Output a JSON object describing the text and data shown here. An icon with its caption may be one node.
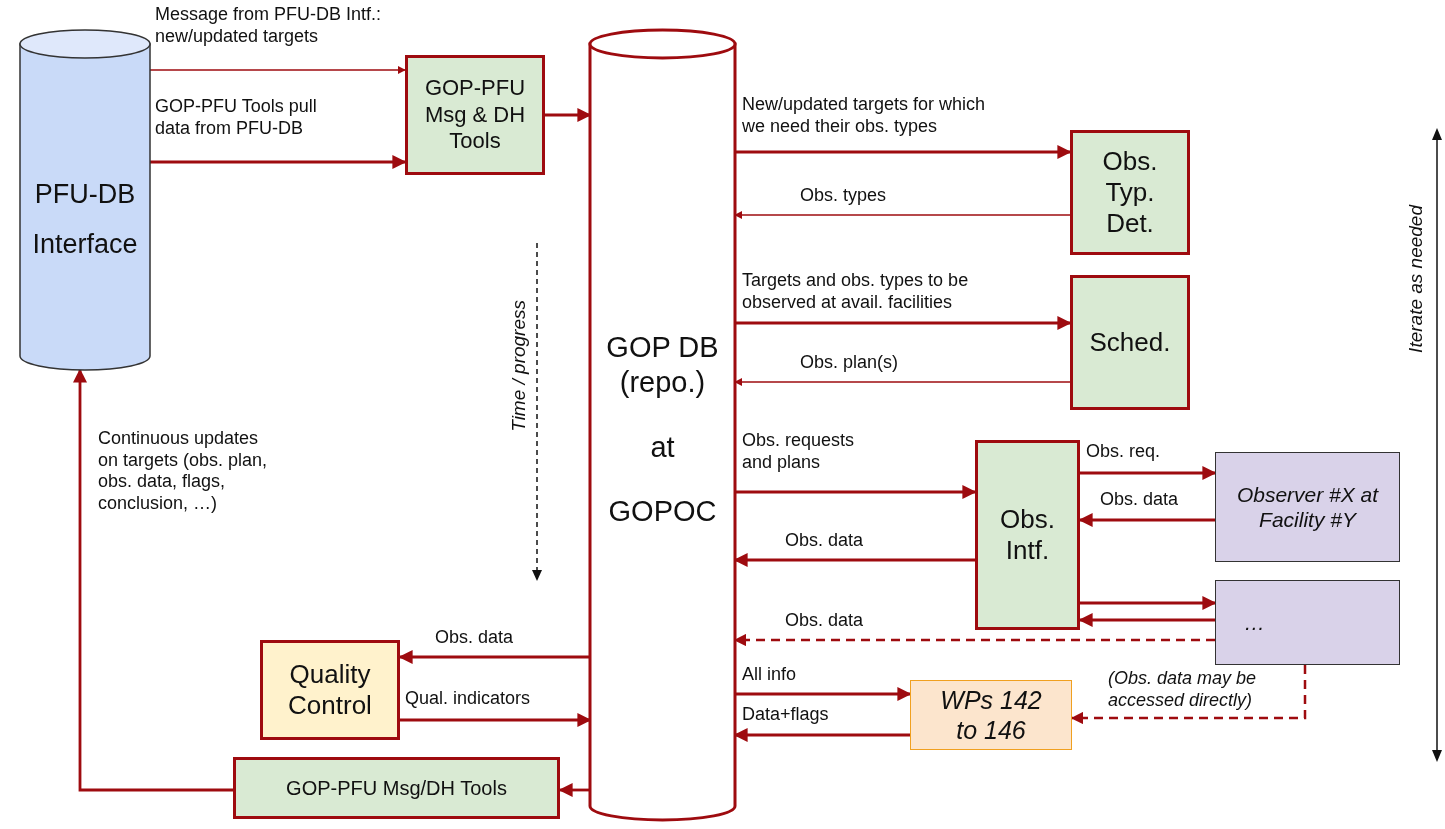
{
  "diagram": {
    "nodes": [
      {
        "text": [
          "PFU-DB",
          "Interface"
        ]
      },
      {
        "text": [
          "GOP-PFU Msg & DH Tools"
        ]
      },
      {
        "text": [
          "GOP DB (repo.)",
          "at",
          "GOPOC"
        ]
      },
      {
        "text": [
          "Obs. Typ. Det."
        ]
      },
      {
        "text": [
          "Sched."
        ]
      },
      {
        "text": [
          "Obs. Intf."
        ]
      },
      {
        "text": [
          "Observer #X at Facility #Y"
        ]
      },
      {
        "text": [
          "…"
        ]
      },
      {
        "text": [
          "Quality Control"
        ]
      },
      {
        "text": [
          "WPs 142 to 146"
        ]
      },
      {
        "text": [
          "GOP-PFU Msg/DH Tools"
        ]
      }
    ],
    "edges": [
      {
        "from": 0,
        "to": 1,
        "arrow": "to",
        "label": "Message from PFU-DB Intf.: new/updated targets"
      },
      {
        "from": 0,
        "to": 1,
        "arrow": "to",
        "label": "GOP-PFU Tools pull data from PFU-DB"
      },
      {
        "from": 1,
        "to": 2,
        "arrow": "to"
      },
      {
        "from": 2,
        "to": 3,
        "arrow": "to",
        "label": "New/updated targets for which we need their obs. types"
      },
      {
        "from": 3,
        "to": 2,
        "arrow": "to",
        "label": "Obs. types"
      },
      {
        "from": 2,
        "to": 4,
        "arrow": "to",
        "label": "Targets and obs. types to be observed at avail. facilities"
      },
      {
        "from": 4,
        "to": 2,
        "arrow": "to",
        "label": "Obs. plan(s)"
      },
      {
        "from": 2,
        "to": 5,
        "arrow": "to",
        "label": "Obs. requests and plans"
      },
      {
        "from": 5,
        "to": 2,
        "arrow": "to",
        "label": "Obs. data"
      },
      {
        "from": 5,
        "to": 6,
        "arrow": "to",
        "label": "Obs. req."
      },
      {
        "from": 6,
        "to": 5,
        "arrow": "to",
        "label": "Obs. data"
      },
      {
        "from": 5,
        "to": 7,
        "arrow": "to"
      },
      {
        "from": 7,
        "to": 5,
        "arrow": "to"
      },
      {
        "from": 7,
        "to": 2,
        "arrow": "to",
        "label": "Obs. data",
        "style": "dashed"
      },
      {
        "from": 7,
        "to": 9,
        "arrow": "to",
        "label": "(Obs. data may be accessed directly)",
        "style": "dashed"
      },
      {
        "from": 2,
        "to": 8,
        "arrow": "to",
        "label": "Obs. data"
      },
      {
        "from": 8,
        "to": 2,
        "arrow": "to",
        "label": "Qual. indicators"
      },
      {
        "from": 2,
        "to": 9,
        "arrow": "to",
        "label": "All info"
      },
      {
        "from": 9,
        "to": 2,
        "arrow": "to",
        "label": "Data+flags"
      },
      {
        "from": 2,
        "to": 10,
        "arrow": "to"
      },
      {
        "from": 10,
        "to": 0,
        "arrow": "to",
        "label": "Continuous updates on targets (obs. plan, obs. data, flags, conclusion, …)"
      }
    ],
    "labels": [
      "Time / progress",
      "Iterate as needed"
    ]
  }
}
